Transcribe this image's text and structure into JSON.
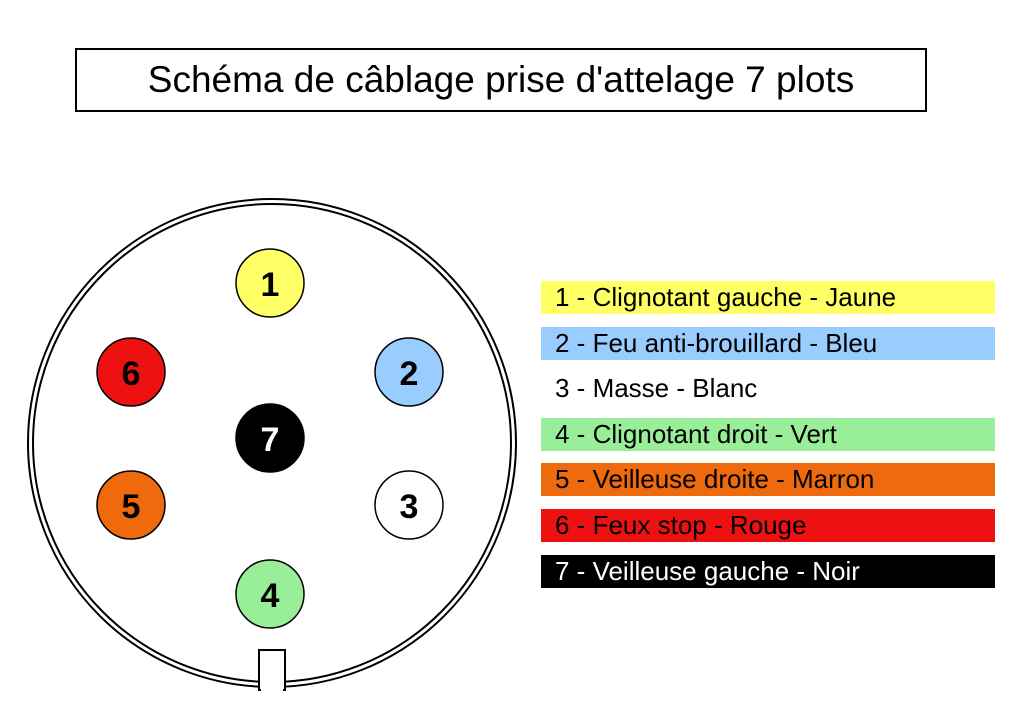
{
  "title": "Schéma de câblage prise d'attelage  7 plots",
  "pins": [
    {
      "number": "1",
      "color": "#ffff66",
      "text_color": "#000000"
    },
    {
      "number": "2",
      "color": "#99ccff",
      "text_color": "#000000"
    },
    {
      "number": "3",
      "color": "#ffffff",
      "text_color": "#000000"
    },
    {
      "number": "4",
      "color": "#99ee99",
      "text_color": "#000000"
    },
    {
      "number": "5",
      "color": "#ee6a0c",
      "text_color": "#000000"
    },
    {
      "number": "6",
      "color": "#ee1111",
      "text_color": "#000000"
    },
    {
      "number": "7",
      "color": "#000000",
      "text_color": "#ffffff"
    }
  ],
  "legend": [
    {
      "label": "1 - Clignotant gauche - Jaune",
      "bg": "#ffff66",
      "fg": "#000000"
    },
    {
      "label": "2 - Feu anti-brouillard - Bleu",
      "bg": "#99ccff",
      "fg": "#000000"
    },
    {
      "label": "3 - Masse - Blanc",
      "bg": "#ffffff",
      "fg": "#000000"
    },
    {
      "label": "4 - Clignotant droit - Vert",
      "bg": "#99ee99",
      "fg": "#000000"
    },
    {
      "label": "5 - Veilleuse droite - Marron",
      "bg": "#ee6a0c",
      "fg": "#000000"
    },
    {
      "label": "6 - Feux stop - Rouge",
      "bg": "#ee1111",
      "fg": "#000000"
    },
    {
      "label": "7 - Veilleuse gauche - Noir",
      "bg": "#000000",
      "fg": "#ffffff"
    }
  ]
}
